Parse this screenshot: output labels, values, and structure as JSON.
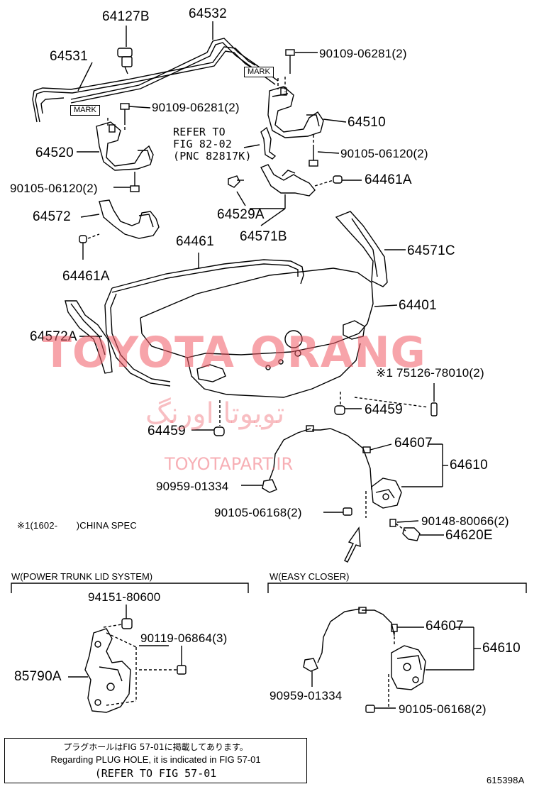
{
  "labels": {
    "p64127b": "64127B",
    "p64532": "64532",
    "p64531": "64531",
    "bolt_90109_top": "90109-06281(2)",
    "mark_right": "MARK",
    "mark_left": "MARK",
    "bolt_90109_left": "90109-06281(2)",
    "p64510": "64510",
    "refer_line1": "REFER TO",
    "refer_line2": "FIG 82-02",
    "refer_line3": "(PNC 82817K)",
    "p64520": "64520",
    "bolt_90105_right": "90105-06120(2)",
    "bolt_90105_left": "90105-06120(2)",
    "p64461a_right": "64461A",
    "p64572": "64572",
    "p64529a": "64529A",
    "p64571b": "64571B",
    "p64461": "64461",
    "p64461a_left": "64461A",
    "p64571c": "64571C",
    "p64401": "64401",
    "p64572a": "64572A",
    "note_75126": "※1 75126-78010(2)",
    "p64459_right": "64459",
    "p64459_left": "64459",
    "p64607": "64607",
    "p64610": "64610",
    "p90959": "90959-01334",
    "p90105_06168": "90105-06168(2)",
    "p90148": "90148-80066(2)",
    "p64620e": "64620E",
    "china_spec": "※1(1602-　　)CHINA SPEC"
  },
  "watermark": {
    "brand": "TOYOTA ORANG",
    "arabic": "تويوتا اورنگ",
    "url": "TOYOTAPART.IR"
  },
  "power_section": {
    "title": "W(POWER TRUNK LID SYSTEM)",
    "p94151": "94151-80600",
    "p90119": "90119-06864(3)",
    "p85790a": "85790A"
  },
  "easy_section": {
    "title": "W(EASY CLOSER)",
    "p64607": "64607",
    "p64610": "64610",
    "p90959": "90959-01334",
    "p90105": "90105-06168(2)"
  },
  "note": {
    "line_jp": "プラグホールはFIG 57-01に掲載してあります。",
    "line_en": "Regarding PLUG HOLE, it is indicated in FIG 57-01",
    "line_ref": "(REFER TO FIG 57-01"
  },
  "diagram_id": "615398A",
  "colors": {
    "watermark": "#f0606c",
    "line": "#000000"
  }
}
